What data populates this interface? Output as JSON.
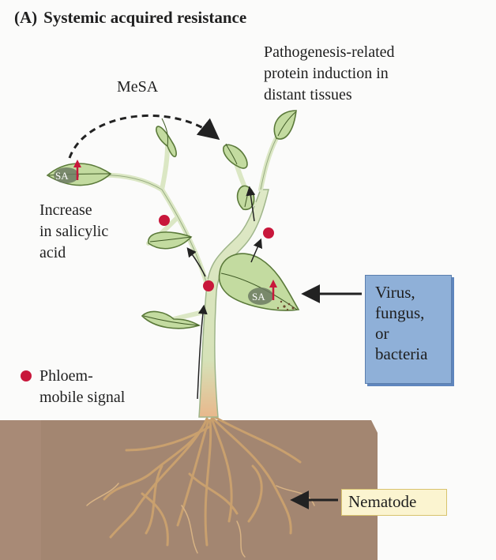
{
  "panel": {
    "letter": "(A)",
    "title": "Systemic acquired resistance"
  },
  "labels": {
    "mesa": "MeSA",
    "pr_line1": "Pathogenesis-related",
    "pr_line2": "protein induction in",
    "pr_line3": "distant tissues",
    "sa_increase_line1": "Increase",
    "sa_increase_line2": "in salicylic",
    "sa_increase_line3": "acid",
    "phloem_line1": "Phloem-",
    "phloem_line2": "mobile signal",
    "sa_tag": "SA"
  },
  "pathogen_box": {
    "line1": "Virus,",
    "line2": "fungus,",
    "line3": "or",
    "line4": "bacteria"
  },
  "nematode_box": {
    "label": "Nematode"
  },
  "colors": {
    "leaf": "#c3dba0",
    "leaf_dark": "#5b7a3a",
    "stem": "#dbe7c4",
    "soil": "#a88a76",
    "signal_dot": "#c8173b",
    "sa_arrow": "#c8173b",
    "pathogen_box": "#8fb0d8",
    "nematode_box": "#fbf4d0"
  }
}
